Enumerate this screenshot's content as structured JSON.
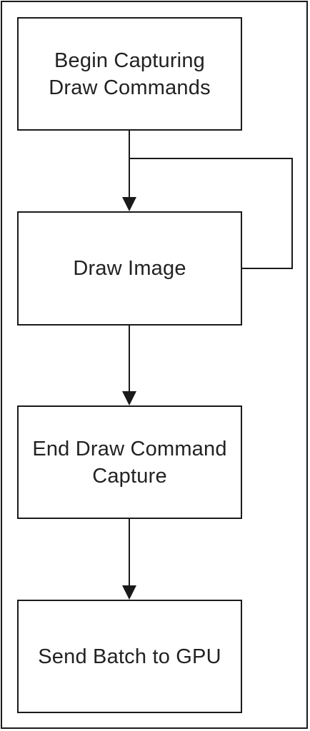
{
  "diagram": {
    "nodes": [
      {
        "id": "begin",
        "label": "Begin Capturing\nDraw Commands"
      },
      {
        "id": "draw",
        "label": "Draw Image"
      },
      {
        "id": "end",
        "label": "End Draw Command\nCapture"
      },
      {
        "id": "send",
        "label": "Send Batch to GPU"
      }
    ],
    "edges": [
      {
        "from": "begin",
        "to": "draw"
      },
      {
        "from": "draw",
        "to": "draw",
        "type": "loop"
      },
      {
        "from": "draw",
        "to": "end"
      },
      {
        "from": "end",
        "to": "send"
      }
    ],
    "colors": {
      "stroke": "#1a1a1a",
      "text": "#222222",
      "background": "#ffffff"
    }
  }
}
